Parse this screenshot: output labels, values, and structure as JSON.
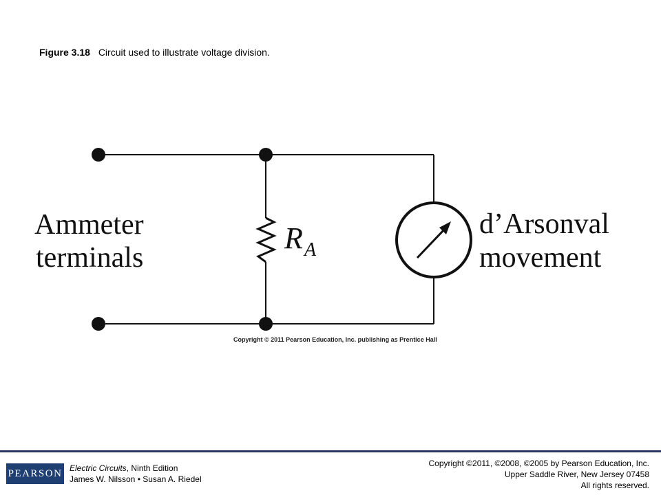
{
  "caption": {
    "figure_number": "Figure 3.18",
    "text": "Circuit used to illustrate voltage division."
  },
  "diagram": {
    "left_label_line1": "Ammeter",
    "left_label_line2": "terminals",
    "resistor_symbol": "R",
    "resistor_subscript": "A",
    "right_label_line1": "d’Arsonval",
    "right_label_line2": "movement",
    "figure_copyright": "Copyright © 2011 Pearson Education, Inc. publishing as Prentice Hall",
    "meter_icon": "galvanometer-icon"
  },
  "footer": {
    "logo_text": "PEARSON",
    "book_title": "Electric Circuits",
    "book_edition": ", Ninth Edition",
    "book_authors": "James W. Nilsson • Susan A. Riedel",
    "copyright_line1": "Copyright ©2011, ©2008, ©2005 by Pearson Education, Inc.",
    "copyright_line2": "Upper Saddle River, New Jersey 07458",
    "copyright_line3": "All rights reserved.",
    "accent_color": "#27355e",
    "logo_color": "#1f3f73"
  }
}
